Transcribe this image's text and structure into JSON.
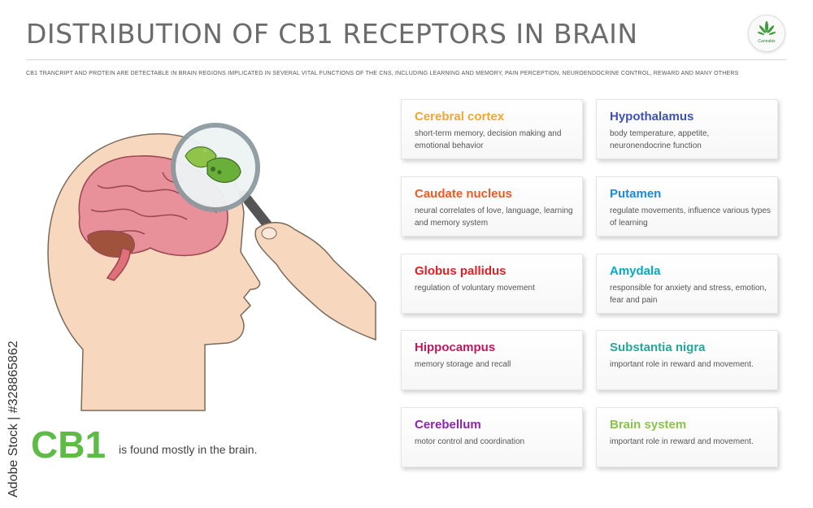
{
  "header": {
    "title": "Distribution of CB1 receptors in brain",
    "subtitle": "CB1 trancript and protein are detectable in brain regions implicated in several vital functions of the CNS, including learning and memory, pain perception, neuroendocrine control, reward and many others",
    "logo_text": "Cannabis"
  },
  "callout": {
    "cb1": "CB1",
    "note": "is found mostly in the brain."
  },
  "watermark": "Adobe Stock | #328865862",
  "cards_left": [
    {
      "title": "Cerebral cortex",
      "desc": "short-term memory, decision making and emotional behavior",
      "color": "#f0a630"
    },
    {
      "title": "Caudate nucleus",
      "desc": "neural correlates of love, language, learning and memory system",
      "color": "#ef5a24"
    },
    {
      "title": "Globus pallidus",
      "desc": "regulation of voluntary movement",
      "color": "#e21f26"
    },
    {
      "title": "Hippocampus",
      "desc": "memory storage and recall",
      "color": "#c2185b"
    },
    {
      "title": "Cerebellum",
      "desc": "motor control and coordination",
      "color": "#8e24aa"
    }
  ],
  "cards_right": [
    {
      "title": "Hypothalamus",
      "desc": "body temperature, appetite, neuronendocrine function",
      "color": "#3f51b5"
    },
    {
      "title": "Putamen",
      "desc": "regulate movements, influence various types of learning",
      "color": "#1e88e5"
    },
    {
      "title": "Amydala",
      "desc": "responsible for anxiety and stress, emotion, fear and pain",
      "color": "#00acc1"
    },
    {
      "title": "Substantia nigra",
      "desc": "important role in reward and movement.",
      "color": "#26a69a"
    },
    {
      "title": "Brain system",
      "desc": "important role in reward and movement.",
      "color": "#8bc34a"
    }
  ],
  "colors": {
    "accent_green": "#5dbb46",
    "title_gray": "#6b6b6b"
  }
}
